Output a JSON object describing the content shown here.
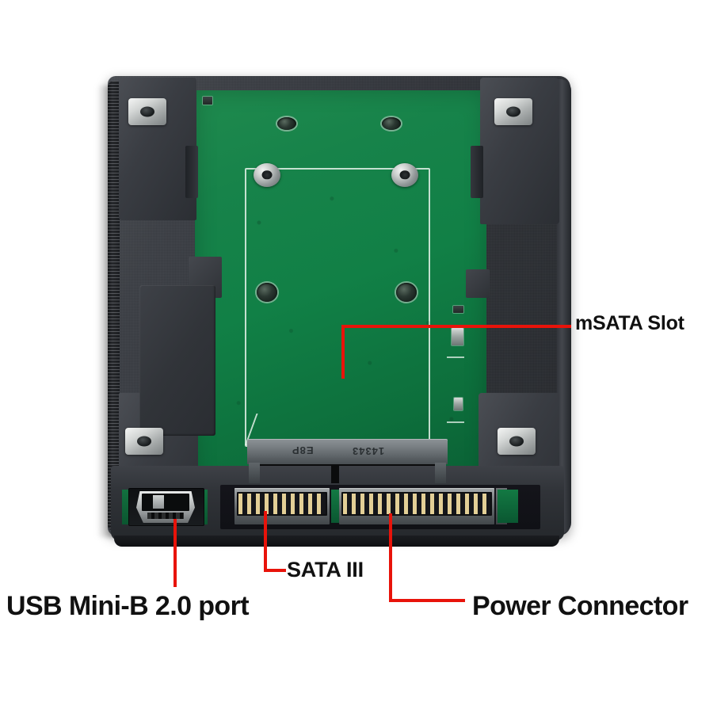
{
  "image": {
    "subject": "mSATA SSD to 2.5 inch SATA adapter enclosure",
    "background_color": "#ffffff",
    "callout_color": "#e8130a",
    "text_color": "#111111"
  },
  "callouts": [
    {
      "id": "msata-slot",
      "label": "mSATA Slot",
      "leader": "horizontal-then-down",
      "position": "right"
    },
    {
      "id": "sata-iii",
      "label": "SATA III",
      "leader": "vertical-then-right",
      "position": "bottom-center"
    },
    {
      "id": "usb-mini-b",
      "label": "USB Mini-B 2.0 port",
      "leader": "vertical",
      "position": "bottom-left"
    },
    {
      "id": "power-connector",
      "label": "Power Connector",
      "leader": "vertical-then-right",
      "position": "bottom-right"
    }
  ],
  "device": {
    "chassis_color": "#33363c",
    "pcb_color": "#118046",
    "metal_color": "#c9cdcb",
    "connector_pin_color": "#c8b275",
    "msata_connector": {
      "marking_left": "E8P",
      "marking_right": "14343"
    }
  }
}
